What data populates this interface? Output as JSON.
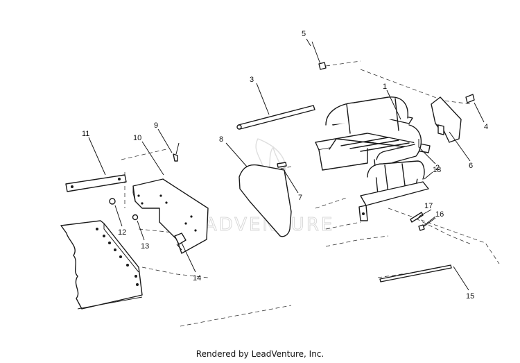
{
  "diagram": {
    "watermark": "LEADVENTURE",
    "callouts": {
      "c1": "1",
      "c2": "2",
      "c3": "3",
      "c4": "4",
      "c5": "5",
      "c6": "6",
      "c7": "7",
      "c8": "8",
      "c9": "9",
      "c10": "10",
      "c11": "11",
      "c12": "12",
      "c13": "13",
      "c14": "14",
      "c15": "15",
      "c16": "16",
      "c17": "17",
      "c18": "18"
    }
  },
  "footer": {
    "text": "Rendered by LeadVenture, Inc."
  }
}
